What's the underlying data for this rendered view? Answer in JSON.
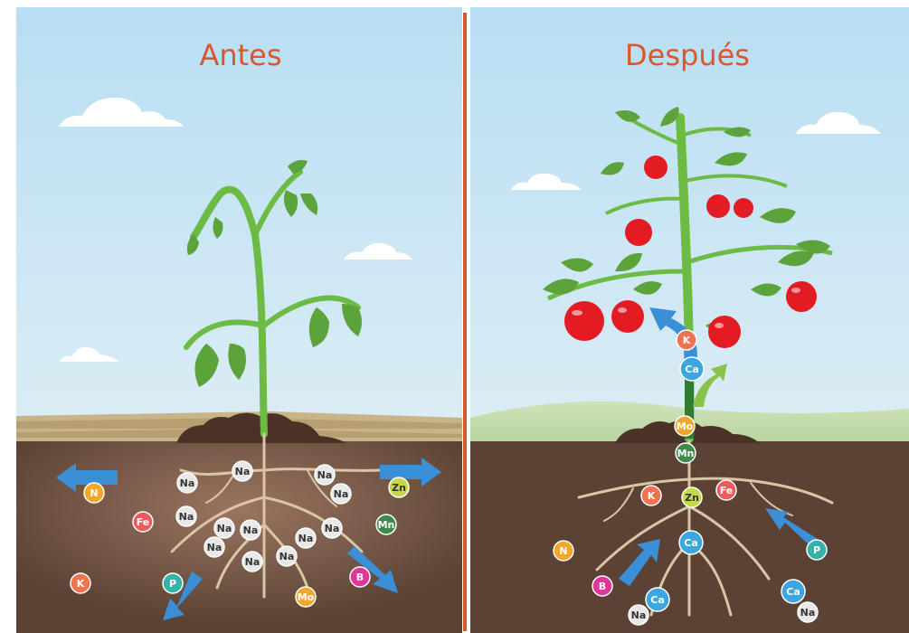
{
  "panels": {
    "before": {
      "title": "Antes"
    },
    "after": {
      "title": "Después"
    }
  },
  "colors": {
    "sky_top": "#b8def3",
    "sky_bottom": "#dcedf4",
    "soil": "#5b4234",
    "soil_glow": "#8a6350",
    "divider": "#d9582b",
    "title": "#d9582b",
    "leaf": "#6cbb45",
    "leaf_dark": "#3f8a2c",
    "root": "#d9c6a5",
    "tomato": "#e31b23",
    "arrow": "#3a8fd6"
  },
  "ion_palette": {
    "Na": "#e8e8e8",
    "Ca": "#3ba6e0",
    "K": "#f0724e",
    "N": "#f4a62a",
    "Fe": "#ee5a5a",
    "Zn": "#c5d94a",
    "Mn": "#3f8a4a",
    "Mo": "#f4a62a",
    "P": "#35b3a8",
    "B": "#e0359a"
  },
  "ions_before": [
    "Na",
    "Na",
    "Na",
    "Na",
    "Na",
    "Na",
    "Na",
    "Na",
    "Na",
    "Na",
    "Na",
    "Na",
    "N",
    "Zn",
    "Fe",
    "Mn",
    "K",
    "P",
    "B",
    "Mo"
  ],
  "ions_after": [
    "K",
    "Ca",
    "Mo",
    "Mn",
    "K",
    "Zn",
    "Fe",
    "N",
    "Ca",
    "P",
    "B",
    "Ca",
    "Ca",
    "Na",
    "Na"
  ]
}
